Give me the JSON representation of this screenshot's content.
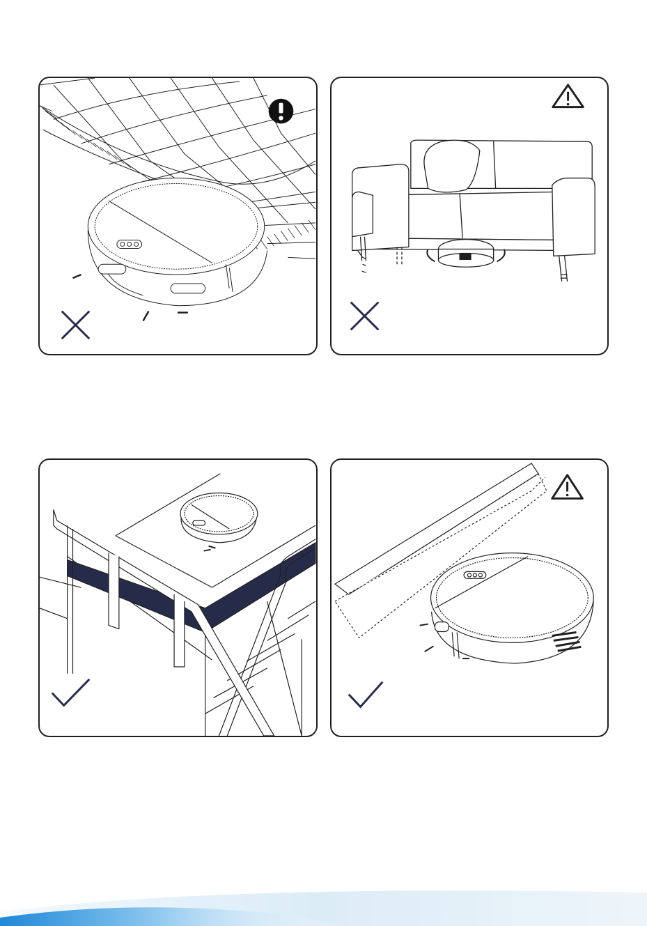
{
  "page": {
    "background": "#ffffff",
    "panel_border": "#1f1f1f",
    "mark_color": "#2a2d4a",
    "stair_band_color": "#262b4a",
    "footer_colors": [
      "#1e88d8",
      "#8ec8ef",
      "#dcecf7"
    ]
  },
  "panels": [
    {
      "scene": "robot-on-rug-fringe",
      "verdict": "cross-mark-icon",
      "badge": "exclamation-badge-icon"
    },
    {
      "scene": "robot-under-sofa",
      "verdict": "cross-mark-icon",
      "badge": "warning-triangle-icon"
    },
    {
      "scene": "robot-near-stair-edge",
      "verdict": "check-mark-icon",
      "badge": ""
    },
    {
      "scene": "robot-near-door-threshold",
      "verdict": "check-mark-icon",
      "badge": "warning-triangle-icon"
    }
  ]
}
